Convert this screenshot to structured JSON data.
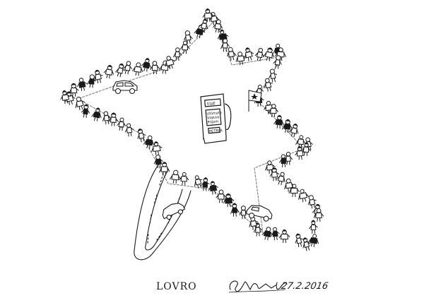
{
  "caption": {
    "artist": "LOVRO",
    "date": "27.2.2016"
  },
  "pump": {
    "logo": "ЕЩЕ",
    "label_lines": [
      "Ultimate",
      "Vlakna",
      "Prijem"
    ],
    "petrol": "PETROL"
  },
  "colors": {
    "ink": "#1a1a1a",
    "paper": "#ffffff"
  }
}
